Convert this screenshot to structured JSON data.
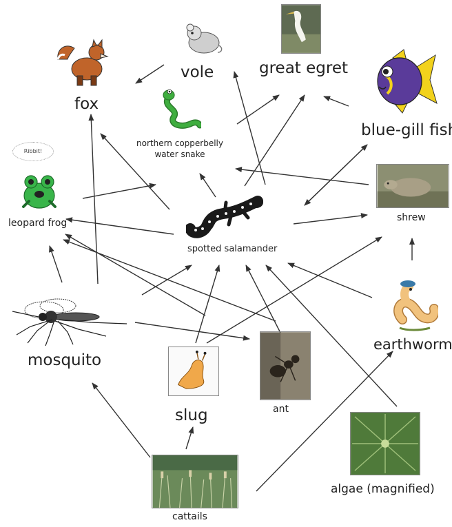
{
  "diagram": {
    "organisms": {
      "fox": "fox",
      "vole": "vole",
      "great_egret": "great egret",
      "blue_gill_fish": "blue-gill fish",
      "snake_line1": "northern copperbelly",
      "snake_line2": "water snake",
      "leopard_frog": "leopard frog",
      "frog_speech": "Ribbit!",
      "spotted_salamander": "spotted salamander",
      "shrew": "shrew",
      "mosquito": "mosquito",
      "slug": "slug",
      "ant": "ant",
      "earthworm": "earthworm",
      "cattails": "cattails",
      "algae": "algae (magnified)"
    },
    "colors": {
      "arrow": "#333333",
      "fox": "#c0642a",
      "snake": "#3fae3f",
      "frog": "#39b54a",
      "fish": "#5a3b9a",
      "fish_fin": "#f2d21c",
      "salamander": "#1a1a1a",
      "slug": "#f0a84a",
      "earthworm": "#f1c27d",
      "cattails": "#6b8a5a",
      "algae": "#4f7a3a"
    }
  }
}
